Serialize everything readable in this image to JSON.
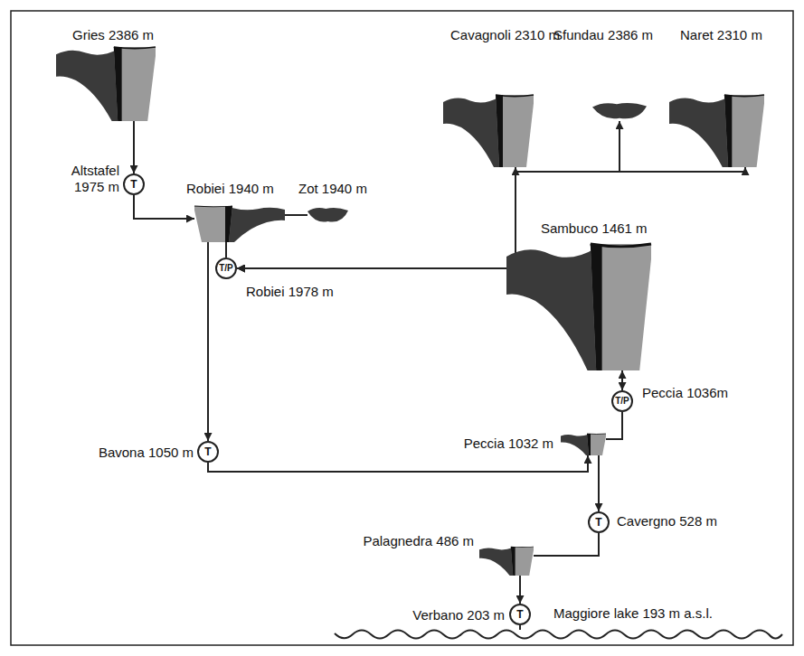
{
  "diagram": {
    "nodes": [
      {
        "text": [
          "Gries 2386 m"
        ]
      },
      {
        "text": [
          "T",
          "Altstafel 1975 m"
        ]
      },
      {
        "text": [
          "Robiei 1940 m"
        ]
      },
      {
        "text": [
          "Zot 1940 m"
        ]
      },
      {
        "text": [
          "Cavagnoli 2310 m"
        ]
      },
      {
        "text": [
          "Sfundau 2386 m"
        ]
      },
      {
        "text": [
          "Naret 2310 m"
        ]
      },
      {
        "text": [
          "T/P",
          "Robiei 1978 m"
        ]
      },
      {
        "text": [
          "Sambuco 1461 m"
        ]
      },
      {
        "text": [
          "T",
          "Bavona 1050 m"
        ]
      },
      {
        "text": [
          "T/P",
          "Peccia 1036m"
        ]
      },
      {
        "text": [
          "Peccia 1032 m"
        ]
      },
      {
        "text": [
          "T",
          "Cavergno 528 m"
        ]
      },
      {
        "text": [
          "Palagnedra 486 m"
        ]
      },
      {
        "text": [
          "T",
          "Verbano 203 m"
        ]
      },
      {
        "text": [
          "Maggiore lake 193 m a.s.l."
        ]
      }
    ],
    "edges": [
      {
        "from": 0,
        "to": 1,
        "arrow": "to"
      },
      {
        "from": 1,
        "to": 2,
        "arrow": "to"
      },
      {
        "from": 2,
        "to": 3,
        "arrow": "none"
      },
      {
        "from": 2,
        "to": 7,
        "arrow": "none"
      },
      {
        "from": 7,
        "to": 4,
        "arrow": "both"
      },
      {
        "from": 7,
        "to": 5,
        "arrow": "both"
      },
      {
        "from": 7,
        "to": 6,
        "arrow": "both"
      },
      {
        "from": 2,
        "to": 9,
        "arrow": "to"
      },
      {
        "from": 9,
        "to": 11,
        "arrow": "to"
      },
      {
        "from": 8,
        "to": 10,
        "arrow": "both"
      },
      {
        "from": 10,
        "to": 11,
        "arrow": "none"
      },
      {
        "from": 11,
        "to": 12,
        "arrow": "to"
      },
      {
        "from": 12,
        "to": 13,
        "arrow": "none"
      },
      {
        "from": 13,
        "to": 14,
        "arrow": "to"
      },
      {
        "from": 14,
        "to": 15,
        "arrow": "none"
      }
    ]
  }
}
